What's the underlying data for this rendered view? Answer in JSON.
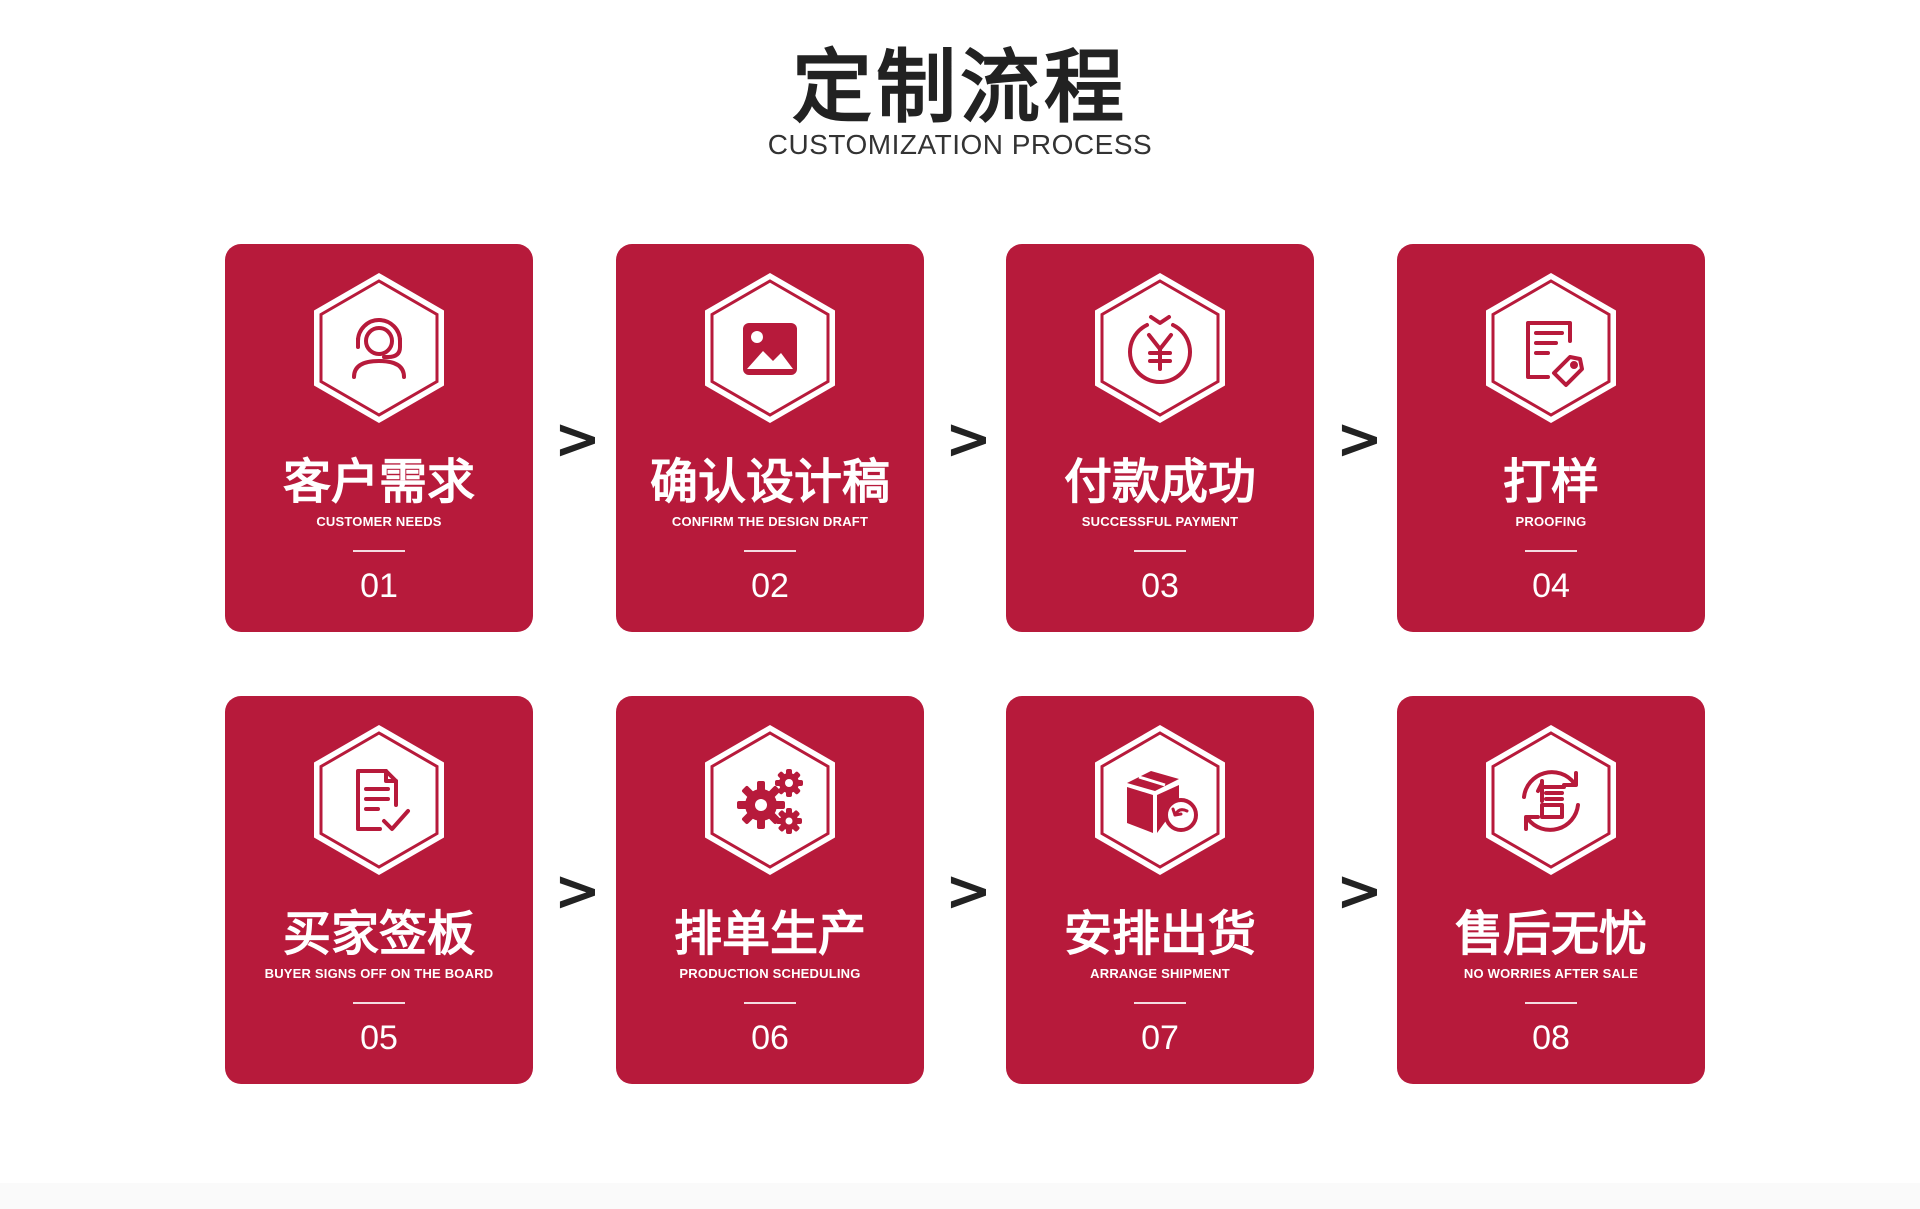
{
  "header": {
    "title": "定制流程",
    "subtitle": "CUSTOMIZATION PROCESS"
  },
  "colors": {
    "card_red": "#b71a3b",
    "text_dark": "#222222"
  },
  "arrow_glyph": ">",
  "steps": [
    {
      "title": "客户需求",
      "subtitle": "CUSTOMER NEEDS",
      "number": "01",
      "icon": "headset-agent-icon"
    },
    {
      "title": "确认设计稿",
      "subtitle": "CONFIRM THE DESIGN DRAFT",
      "number": "02",
      "icon": "image-icon"
    },
    {
      "title": "付款成功",
      "subtitle": "SUCCESSFUL PAYMENT",
      "number": "03",
      "icon": "yuan-coin-icon"
    },
    {
      "title": "打样",
      "subtitle": "PROOFING",
      "number": "04",
      "icon": "document-edit-tag-icon"
    },
    {
      "title": "买家签板",
      "subtitle": "BUYER SIGNS OFF ON THE BOARD",
      "number": "05",
      "icon": "document-check-icon"
    },
    {
      "title": "排单生产",
      "subtitle": "PRODUCTION SCHEDULING",
      "number": "06",
      "icon": "gears-icon"
    },
    {
      "title": "安排出货",
      "subtitle": "ARRANGE SHIPMENT",
      "number": "07",
      "icon": "package-shipping-icon"
    },
    {
      "title": "售后无忧",
      "subtitle": "NO WORRIES AFTER SALE",
      "number": "08",
      "icon": "after-sale-cycle-icon"
    }
  ]
}
